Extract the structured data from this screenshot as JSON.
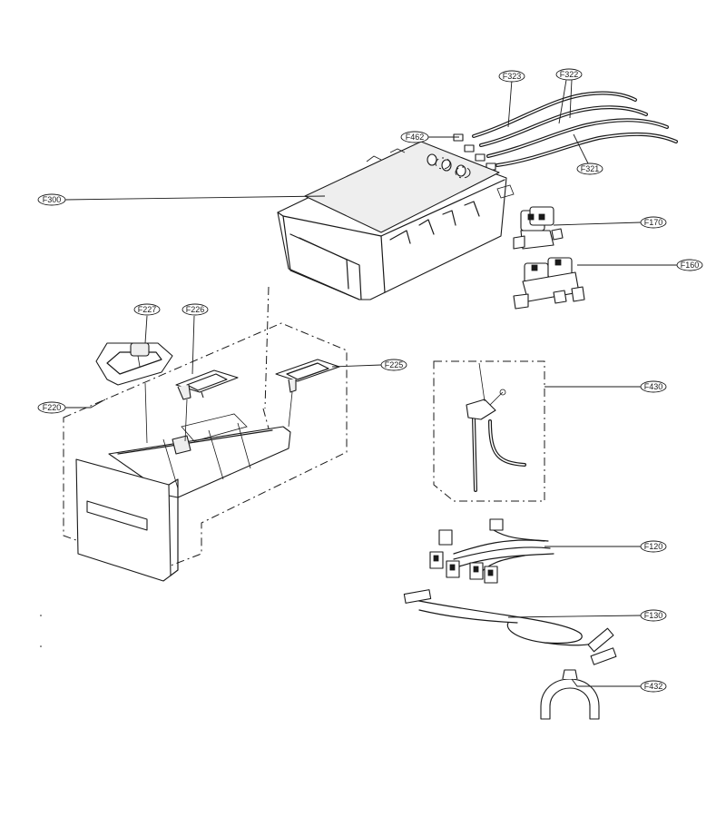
{
  "labels": {
    "F323": "F323",
    "F322": "F322",
    "F462": "F462",
    "F321": "F321",
    "F300": "F300",
    "F170": "F170",
    "F160": "F160",
    "F227": "F227",
    "F226": "F226",
    "F225": "F225",
    "F220": "F220",
    "F430": "F430",
    "F120": "F120",
    "F130": "F130",
    "F432": "F432"
  }
}
